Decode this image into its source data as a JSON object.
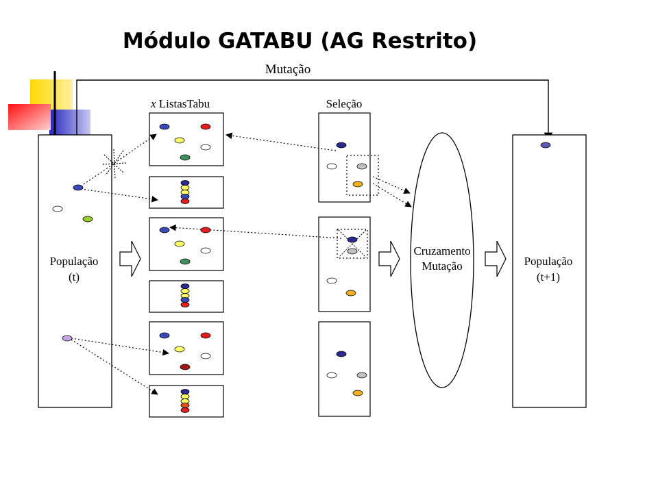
{
  "slide": {
    "title": "Módulo GATABU (AG Restrito)"
  },
  "labels": {
    "mutation_top": "Mutação",
    "tabu_lists_prefix": "x",
    "tabu_lists": "ListasTabu",
    "selection": "Seleção",
    "population_t_line1": "População",
    "population_t_line2": "(t)",
    "crossover_line1": "Cruzamento",
    "crossover_line2": "Mutação",
    "population_t1_line1": "População",
    "population_t1_line2": "(t+1)"
  },
  "colors": {
    "navy": "#2b2b8f",
    "blue": "#3a48b8",
    "red": "#e02020",
    "yellow": "#ffff66",
    "white": "#ffffff",
    "green": "#3f8f5a",
    "lime": "#99cc33",
    "lavender": "#c9a4e6",
    "gray": "#c0c0c0",
    "orange": "#f0b020",
    "darkred": "#a01818",
    "deco_yellow": "#ffd800",
    "deco_blue": "#3232c8",
    "deco_red": "#ff3030"
  }
}
